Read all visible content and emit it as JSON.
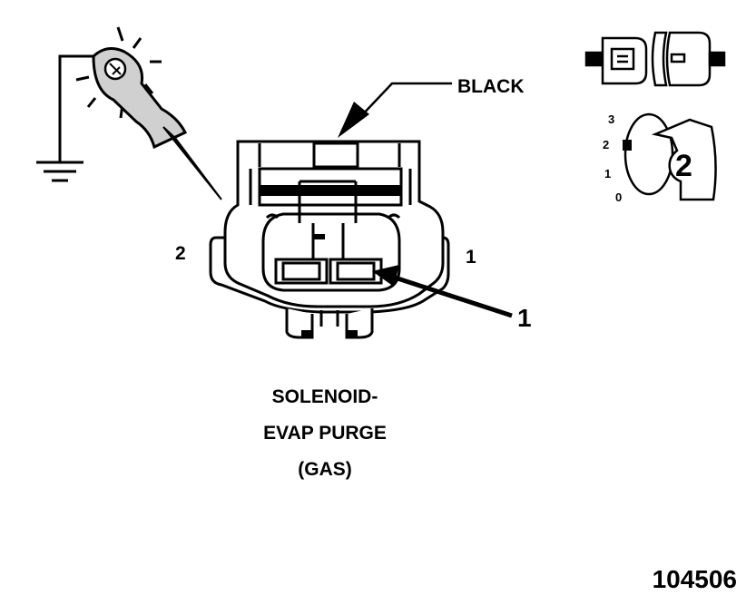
{
  "diagram": {
    "connector_color_label": "BLACK",
    "pin_labels": {
      "left": "2",
      "right": "1"
    },
    "callout": "1",
    "caption_lines": [
      "SOLENOID-",
      "EVAP PURGE",
      "(GAS)"
    ],
    "figure_number": "104506",
    "key_badge": "2",
    "dial_positions": [
      "3",
      "2",
      "1",
      "0"
    ]
  },
  "icons": {
    "test_light": "test-light-probe-icon",
    "ground": "ground-symbol-icon",
    "terminal": "terminal-view-icon",
    "key_dial": "key-position-icon"
  },
  "colors": {
    "ink": "#000000",
    "paper": "#ffffff",
    "shade": "#d0d0d0"
  }
}
